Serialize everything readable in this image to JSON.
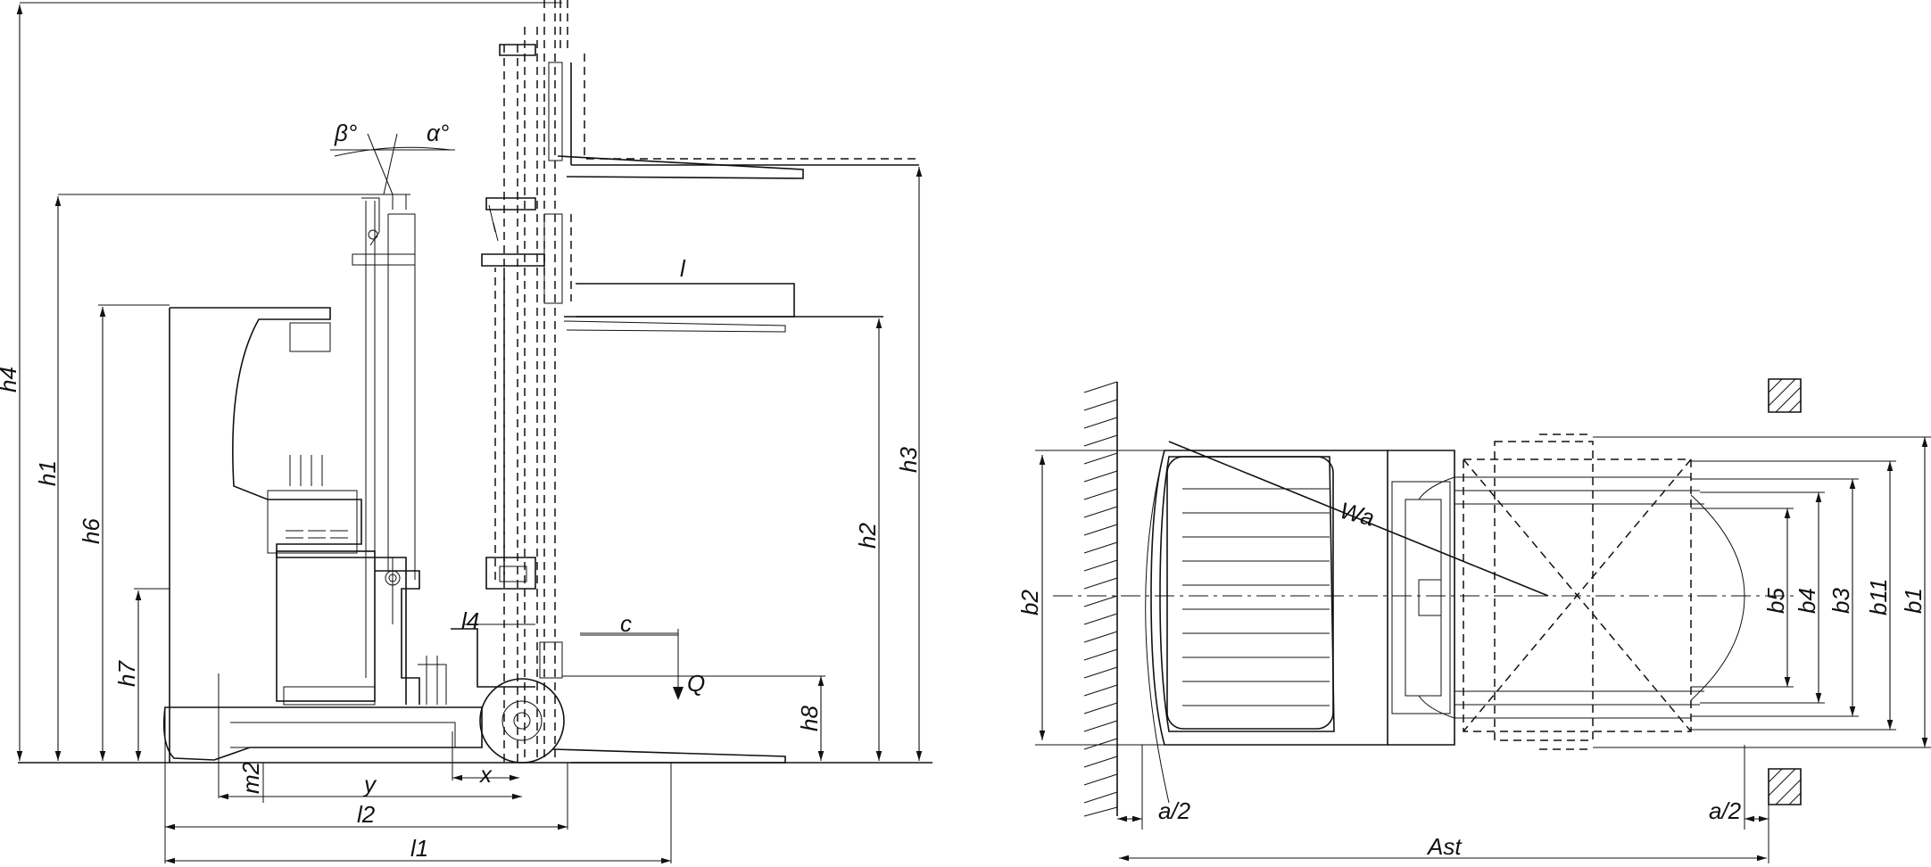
{
  "side_view": {
    "labels": {
      "h4": "h4",
      "h1": "h1",
      "h6": "h6",
      "h7": "h7",
      "h3": "h3",
      "h2": "h2",
      "h8": "h8",
      "beta": "β°",
      "alpha": "α°",
      "l": "l",
      "l4": "l4",
      "c": "c",
      "Q": "Q",
      "m2": "m2",
      "x": "x",
      "y": "y",
      "l2": "l2",
      "l1": "l1"
    }
  },
  "top_view": {
    "labels": {
      "Wa": "Wa",
      "b2": "b2",
      "b5": "b5",
      "b4": "b4",
      "b3": "b3",
      "b11": "b11",
      "b1": "b1",
      "a2_left": "a/2",
      "a2_right": "a/2",
      "Ast": "Ast"
    }
  }
}
